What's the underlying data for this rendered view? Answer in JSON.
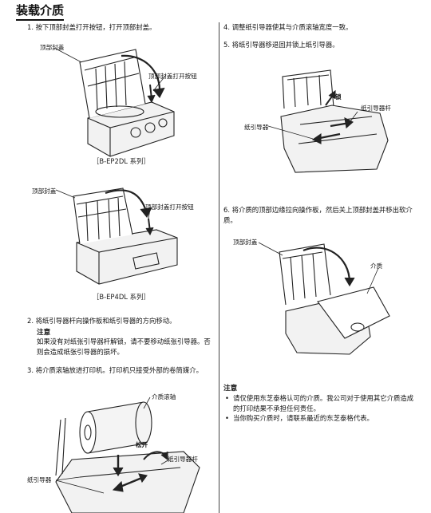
{
  "header": {
    "title": "装载介质"
  },
  "left": {
    "step1": "1. 按下顶部封盖打开按钮，打开顶部封盖。",
    "fig1": {
      "label_cover": "顶部封盖",
      "label_button": "顶部封盖打开按钮",
      "caption": "［B-EP2DL 系列］"
    },
    "fig2": {
      "label_cover": "顶部封盖",
      "label_button": "顶部封盖打开按钮",
      "caption": "［B-EP4DL 系列］"
    },
    "step2": "2. 将纸引导器杆向操作板和纸引导器的方向移动。",
    "note2_heading": "注意",
    "note2_text": "如果没有对纸张引导器杆解锁，请不要移动纸张引导器。否则会造成纸张引导器的损坏。",
    "step3": "3. 将介质滚轴放进打印机。打印机只接受外部的卷筒媒介。",
    "fig3": {
      "label_roll": "介质滚轴",
      "label_release": "松开",
      "label_lever": "纸引导器杆",
      "label_guide": "纸引导器"
    }
  },
  "right": {
    "step4": "4. 调整纸引导器使其与介质滚轴宽度一致。",
    "step5": "5. 将纸引导器移退回并锁上纸引导器。",
    "fig5": {
      "label_lock": "锁",
      "label_lever": "纸引导器杆",
      "label_guide": "纸引导器"
    },
    "step6": "6. 将介质的顶部边缘拉向操作板，然后关上顶部封盖并移出软介质。",
    "fig6": {
      "label_cover": "顶部封盖",
      "label_media": "介质"
    },
    "note_heading": "注意",
    "bullets": [
      "请仅使用东芝泰格认可的介质。我公司对于使用其它介质造成的打印结果不承担任何责任。",
      "当你购买介质时，请联系最近的东芝泰格代表。"
    ]
  }
}
